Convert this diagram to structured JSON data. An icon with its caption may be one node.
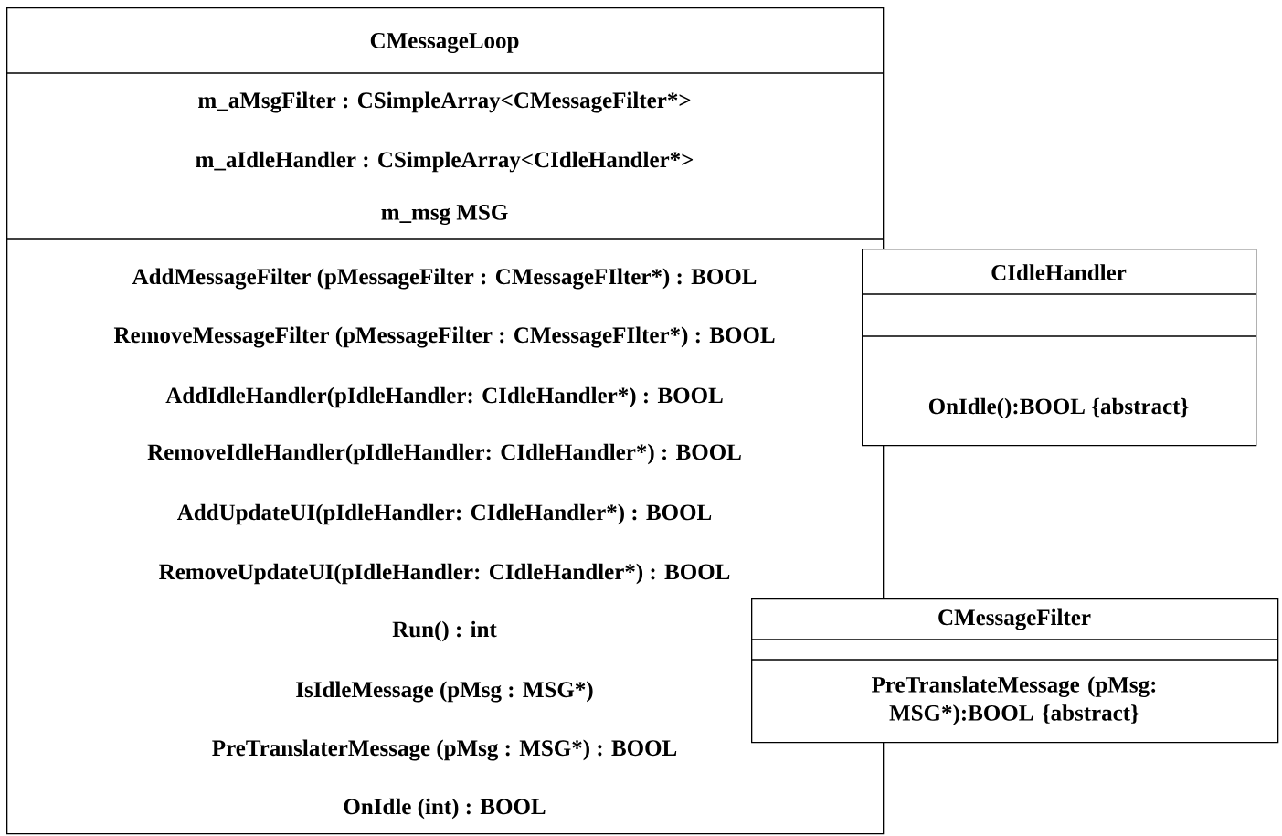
{
  "diagram": {
    "nodes": [
      {
        "text": [
          "CMessageLoop",
          "m_aMsgFilter : CSimpleArray<CMessageFilter*>",
          "m_aIdleHandler : CSimpleArray<CIdleHandler*>",
          "m_msg MSG",
          "AddMessageFilter (pMessageFilter : CMessageFIlter*) : BOOL",
          "RemoveMessageFilter (pMessageFilter : CMessageFIlter*) : BOOL",
          "AddIdleHandler(pIdleHandler: CIdleHandler*) : BOOL",
          "RemoveIdleHandler(pIdleHandler: CIdleHandler*) : BOOL",
          "AddUpdateUI(pIdleHandler: CIdleHandler*) : BOOL",
          "RemoveUpdateUI(pIdleHandler: CIdleHandler*) : BOOL",
          "Run() : int",
          "IsIdleMessage (pMsg : MSG*)",
          "PreTranslaterMessage (pMsg : MSG*) : BOOL",
          "OnIdle (int) : BOOL"
        ]
      },
      {
        "text": [
          "CIdleHandler",
          "OnIdle():BOOL {abstract}"
        ]
      },
      {
        "text": [
          "CMessageFilter",
          "PreTranslateMessage (pMsg: MSG*):BOOL {abstract}"
        ]
      }
    ]
  }
}
